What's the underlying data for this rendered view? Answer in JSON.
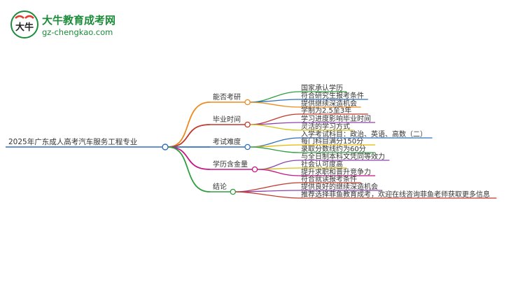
{
  "logo": {
    "mark_text": "大牛",
    "name": "大牛教育成考网",
    "url": "gz-chengkao.com",
    "brand_color": "#1d8c3a",
    "accent_color": "#e23b2e"
  },
  "mindmap": {
    "root": "2025年广东成人高考汽车服务工程专业",
    "branches": [
      {
        "label": "能否考研",
        "color": "#ef8a1f",
        "children": [
          "国家承认学历",
          "符合研究生报考条件",
          "提供继续深造机会"
        ],
        "child_colors": [
          "#2e9e3e",
          "#2f6fbf",
          "#ef8a1f"
        ]
      },
      {
        "label": "毕业时间",
        "color": "#c0392b",
        "children": [
          "学制为2.5至3年",
          "学习进度影响毕业时间",
          "灵活的学习方式"
        ],
        "child_colors": [
          "#c0392b",
          "#8e44ad",
          "#d4c21a"
        ]
      },
      {
        "label": "考试难度",
        "color": "#2f6fbf",
        "children": [
          "入学考试科目：政治、英语、高数（二）",
          "每门科目满分150分",
          "录取分数线约为60分"
        ],
        "child_colors": [
          "#2f6fbf",
          "#e6b800",
          "#2e9e3e"
        ]
      },
      {
        "label": "学历含金量",
        "color": "#c71585",
        "children": [
          "与全日制本科文凭同等效力",
          "社会认可度高",
          "提升求职和晋升竞争力"
        ],
        "child_colors": [
          "#8e44ad",
          "#d4c21a",
          "#c71585"
        ]
      },
      {
        "label": "结论",
        "color": "#2e9e3e",
        "children": [
          "符合就读报考条件",
          "提供良好的继续深造机会",
          "推荐选择菲鱼教育成考，欢迎在线咨询菲鱼老师获取更多信息"
        ],
        "child_colors": [
          "#c0392b",
          "#8e44ad",
          "#c0392b"
        ]
      }
    ]
  }
}
